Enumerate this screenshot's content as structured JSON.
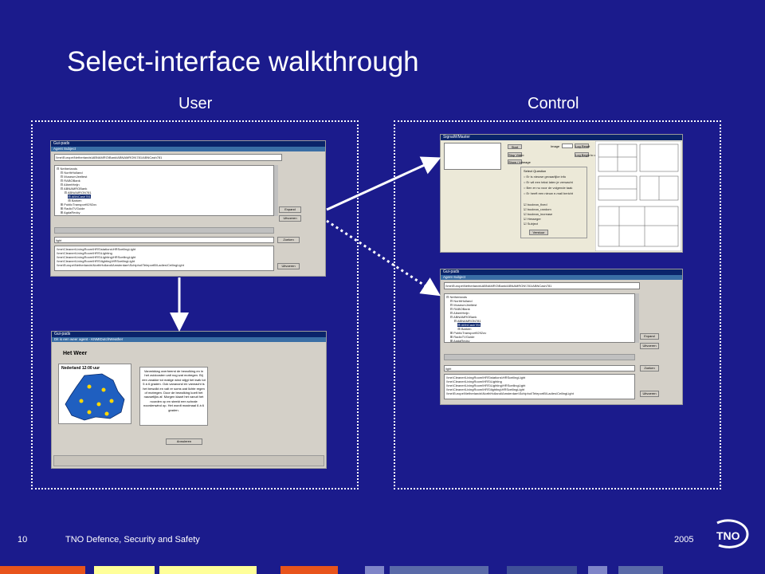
{
  "slide": {
    "title": "Select-interface walkthrough",
    "user_label": "User",
    "control_label": "Control"
  },
  "windows": {
    "user_select": {
      "title": "Gui-pads",
      "subtitle": "Agent Subject",
      "path": "\\\\me\\Europe\\Netherlands\\ABNAMRO\\Bank\\ABNAMRON\\781\\ABNCash781",
      "tree": [
        "Netherlands",
        "NorthHolland",
        "MuseumJeeltest",
        "RABOBank",
        "AlbertHeijn",
        "ABNAMROBank",
        "ABNAMRON781",
        "ABNCash781",
        "Barken",
        "PublicTransport9292ov",
        "RadioTVGuide",
        "AgdaRecky"
      ],
      "expand_label": "Expand",
      "run_label": "Uitvoeren",
      "search_value": "light",
      "search_label": "Zoeken",
      "results": [
        "\\\\me\\Cleaner\\LivingRoom\\HRS\\stations\\HRSceilingLight",
        "\\\\me\\Cleaner\\LivingRoom\\HRS\\Lighting",
        "\\\\me\\Cleaner\\LivingRoom\\HRS\\Lighting\\HRSceilingLight",
        "\\\\me\\Cleaner\\LivingRoom\\HRS\\lighting\\HRSceilingLight",
        "\\\\me\\Europe\\Netherlands\\NorthHolland\\Amsterdam\\Schiphol\\TeleportB\\Ladies\\CeilingLight"
      ],
      "run2_label": "Uitvoeren"
    },
    "weather": {
      "title": "Gui-pads",
      "subtitle": "Dit is een weer agent - KNMIDutchWeather",
      "heading": "Het Weer",
      "map_label": "Nederland 12:00 uur",
      "forecast": "Vanmiddag overheerst de bewolking en in het zuidoosten valt nog wat motregen. Bij een zwakke tot matige wind stijgt het kwik tot 5 à 6 graden. Ook vanavond en vannacht is het bewolkt en valt er soms wat lichte regen of motregen. Door de bewolking koelt het nauwelijks af. Morgen klaart het vanuit het noorden op en steekt een schrale noordenwind op. Het wordt maximaal 6 à 6 graden.",
      "cancel_label": "Annuleren"
    },
    "control_panel": {
      "title": "SignalWMaster",
      "start_label": "Start",
      "stop_label": "Stop Video",
      "show_label": "Show / Inbeage",
      "image_label": "Image",
      "log_label": "Log Reset",
      "log_clear_label": "Log Begin to clear",
      "options_title": "Select Question",
      "options": [
        "Er is nieuwe gevaarlijke info",
        "Er wil een tekst laten je verwacht",
        "Ben er nu voor de volgende taak",
        "Er heeft een nieuw e-mail bericht"
      ],
      "checks": [
        "boolean_fixed",
        "boolean_random",
        "boolean_increase",
        "Hesseger",
        "Subject"
      ],
      "send_label": "Verstuur"
    },
    "control_select": {
      "title": "Gui-pads",
      "subtitle": "Agent Subject",
      "path": "\\\\me\\Europe\\Netherlands\\ABNAMRO\\Bank\\ABNAMRON\\781\\ABNCash781",
      "tree": [
        "Netherlands",
        "NorthHolland",
        "MuseumJeeltest",
        "RABOBank",
        "AlbertHeijn",
        "ABNAMROBank",
        "ABNAMRON781",
        "ABNCash781",
        "Barken",
        "PublicTransport9292ov",
        "RadioTVGuide",
        "AgdaRecky"
      ],
      "expand_label": "Expand",
      "run_label": "Uitvoeren",
      "search_value": "light",
      "search_label": "Zoeken",
      "results": [
        "\\\\me\\Cleaner\\LivingRoom\\HRS\\stations\\HRSceilingLight",
        "\\\\me\\Cleaner\\LivingRoom\\HRS\\Lighting",
        "\\\\me\\Cleaner\\LivingRoom\\HRS\\Lighting\\HRSceilingLight",
        "\\\\me\\Cleaner\\LivingRoom\\HRS\\lighting\\HRSceilingLight",
        "\\\\me\\Europe\\Netherlands\\NorthHolland\\Amsterdam\\Schiphol\\TeleportB\\Ladies\\CeilingLight"
      ],
      "run2_label": "Uitvoeren"
    }
  },
  "footer": {
    "page_number": "10",
    "organization": "TNO Defence, Security and Safety",
    "year": "2005",
    "logo_text": "TNO"
  },
  "colors": {
    "background": "#1b1b8c",
    "bar_orange": "#e8541c",
    "bar_yellow": "#ffff99",
    "bar_slate": "#5a6aa8",
    "bar_lavender": "#7f85c8"
  }
}
